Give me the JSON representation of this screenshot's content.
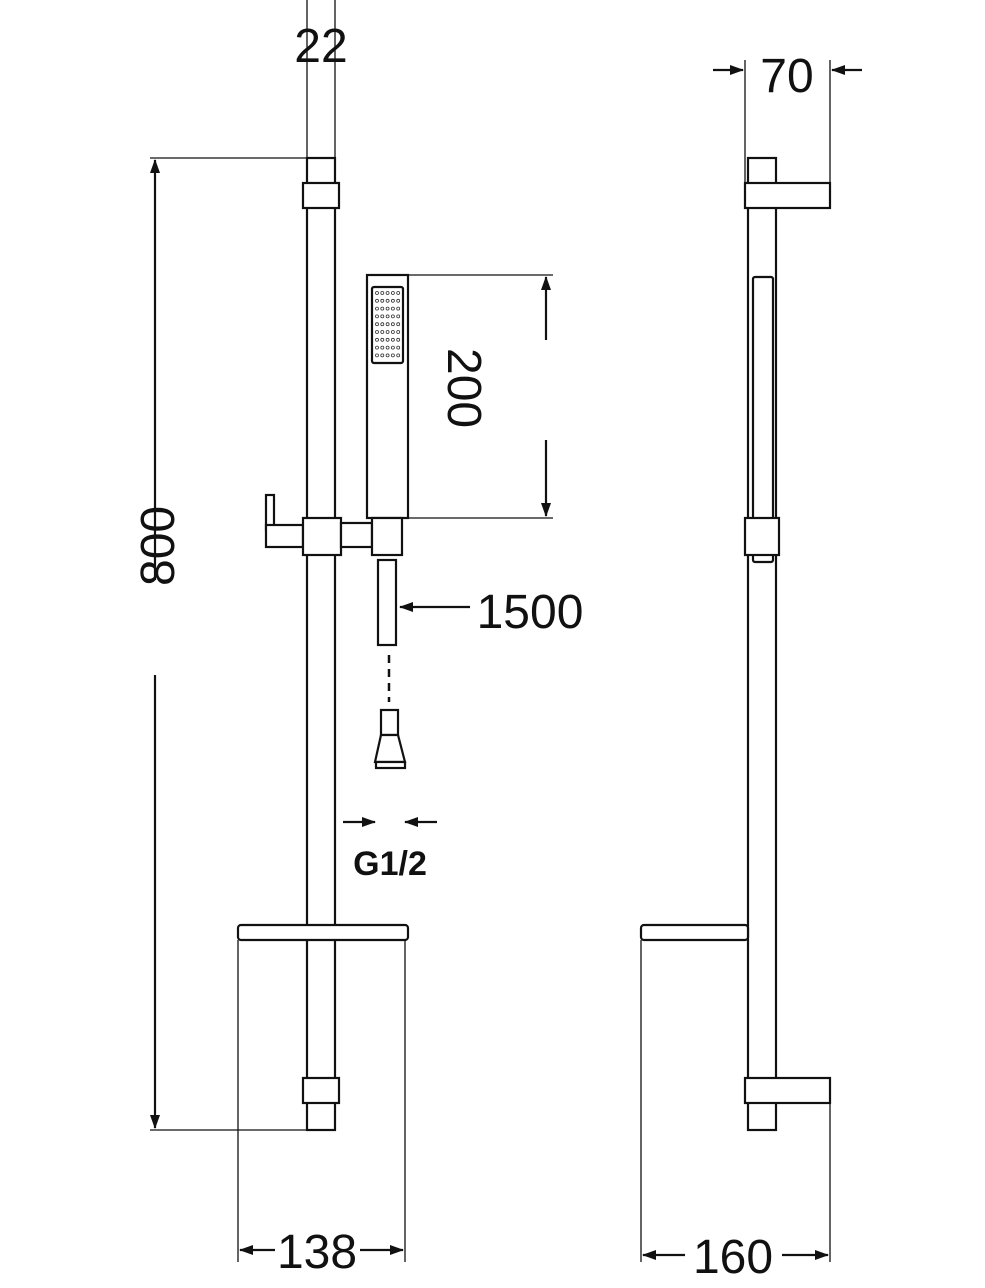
{
  "dimensions": {
    "rail_width": "22",
    "overall_height": "800",
    "hand_shower_length": "200",
    "hose_length": "1500",
    "connection": "G1/2",
    "shelf_width": "138",
    "side_depth_bracket": "70",
    "side_depth_shelf": "160"
  },
  "colors": {
    "line": "#111111",
    "background": "#ffffff"
  }
}
